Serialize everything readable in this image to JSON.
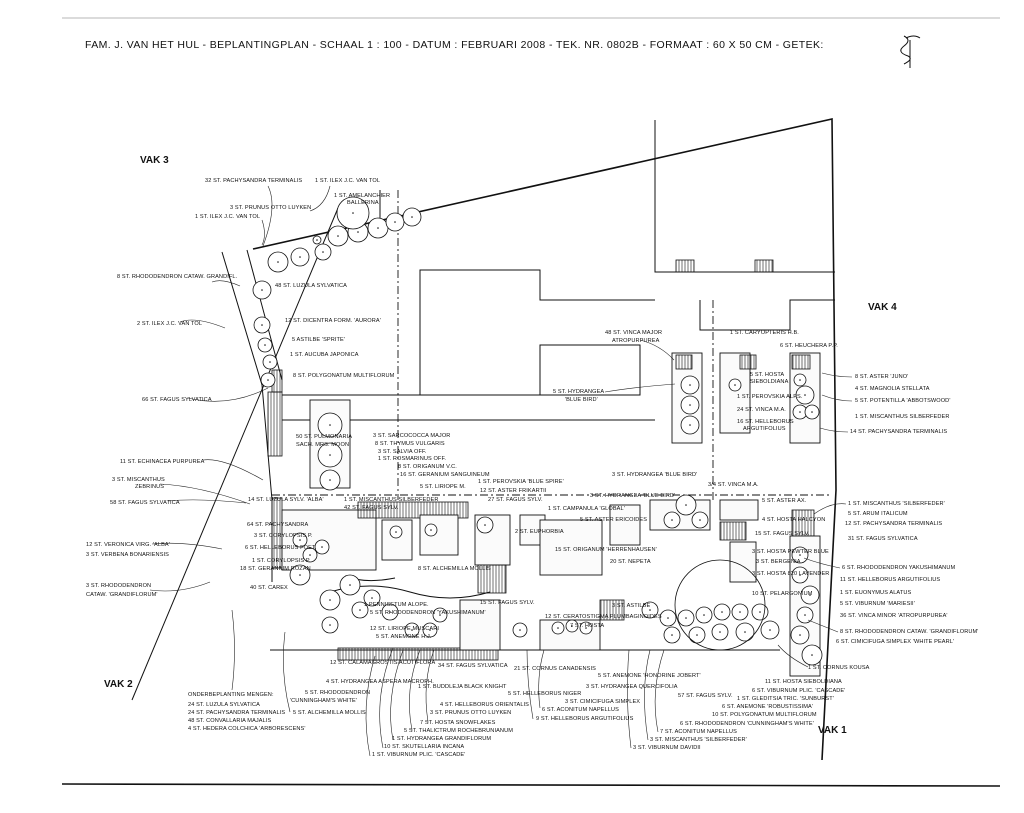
{
  "title": "FAM. J. VAN HET HUL  - BEPLANTINGPLAN -  SCHAAL 1 : 100  -  DATUM : FEBRUARI 2008  -  TEK. NR.  0802B - FORMAAT : 60 X 50 CM -  GETEK:",
  "zones": {
    "vak1": "VAK 1",
    "vak2": "VAK 2",
    "vak3": "VAK 3",
    "vak4": "VAK 4"
  },
  "labels": {
    "vak3": [
      "32 ST. PACHYSANDRA TERMINALIS",
      "1 ST. ILEX J.C. VAN TOL",
      "1 ST. AMELANCHIER",
      "BALLERINA",
      "3 ST. PRUNUS OTTO LUYKEN",
      "1 ST. ILEX J.C. VAN TOL",
      "8 ST. RHODODENDRON CATAW. GRANDIFL.",
      "48 ST. LUZULA SYLVATICA",
      "2 ST. ILEX J.C. VAN TOL",
      "12 ST. DICENTRA FORM. 'AURORA'",
      "5 ASTILBE 'SPRITE'",
      "1 ST. AUCUBA JAPONICA",
      "8 ST. POLYGONATUM MULTIFLORUM",
      "66 ST. FAGUS SYLVATICA"
    ],
    "vak2": [
      "11 ST. ECHINACEA PURPUREA",
      "3 ST. MISCANTHUS",
      "ZEBRINUS",
      "58 ST. FAGUS SYLVATICA",
      "12 ST. VERONICA VIRG. 'ALBA'",
      "3 ST. VERBENA BONARIENSIS",
      "3 ST. RHODODENDRON",
      "CATAW. 'GRANDIFLORUM'",
      "14 ST. LUZULA SYLV. 'ALBA'",
      "1 ST. MISCANTHUS SILBERFEDER",
      "42 ST. FAGUS SYLV.",
      "64 ST. PACHYSANDRA",
      "3 ST. CORYLOPSIS P.",
      "6 ST. HELLEBORUS FOET.",
      "1 ST. CORYLOPSIS P.",
      "18 ST. GERANIUM ROZAN",
      "40 ST. CAREX",
      "50 ST. PULMONARIA",
      "SACH. MRS. MOON",
      "12 ST. CALAMAGROSTIS ACUTIFLORA",
      "4 ST. HYDRANGEA ASPERA MACROPH.",
      "5 ST. RHODODENDRON",
      "'CUNNINGHAM'S WHITE'",
      "5 ST. ALCHEMILLA MOLLIS"
    ],
    "groundcover": [
      "ONDERBEPLANTING MENGEN:",
      "24 ST. LUZULA SYLVATICA",
      "24 ST. PACHYSANDRA TERMINALIS",
      "48 ST. CONVALLARIA MAJALIS",
      "4 ST. HEDERA COLCHICA 'ARBORESCENS'"
    ],
    "middle": [
      "3 ST. SARCOCOCCA MAJOR",
      "8 ST. THYMUS VULGARIS",
      "3 ST. SALVIA OFF.",
      "1 ST. ROSMARINUS OFF.",
      "8 ST. ORIGANUM V.C.",
      "16 ST. GERANIUM SANGUINEUM",
      "5 ST. LIRIOPE M.",
      "1 ST. PEROVSKIA 'BLUE SPIRE'",
      "12 ST. ASTER FRIKARTII",
      "27 ST. FAGUS SYLV.",
      "1 ST. CAMPANULA 'GLOBAL'",
      "5 ST. ASTER ERICOIDES",
      "15 ST. ORIGANUM 'HERRENHAUSEN'",
      "2 ST. EUPHORBIA",
      "3 ST. HYDRANGEA 'BLUE BIRD'",
      "1 PENNISETUM ALOPE.",
      "5 ST. RHODODENDRON 'YAKUSHIMANUM'",
      "12 ST. LIRIOPE MUSCARI",
      "5 ST. ANEMONE H.J.",
      "8 ST. ALCHEMILLA MOLLIS",
      "15 ST. FAGUS SYLV.",
      "12 ST. CERATOSTIGMA PLUMBAGINOIDES",
      "7 ST. HOSTA",
      "20 ST. NEPETA",
      "3 ST. ASTILBE"
    ],
    "bottom": [
      "34 ST. FAGUS SYLVATICA",
      "21 ST. CORNUS CANADENSIS",
      "1 ST. BUDDLEJA BLACK KNIGHT",
      "5 ST. HELLEBORUS NIGER",
      "4 ST. HELLEBORUS ORIENTALIS",
      "3 ST. PRUNUS OTTO LUYKEN",
      "7 ST. HOSTA SNOWFLAKES",
      "5 ST. THALICTRUM ROCHEBRUNIANUM",
      "1 ST. HYDRANGEA GRANDIFLORUM",
      "10 ST. SKUTELLARIA INCANA",
      "1 ST. VIBURNUM PLIC. 'CASCADE'",
      "5 ST. ANEMONE 'HONORINE JOBERT'",
      "3 ST. HYDRANGEA QUERCIFOLIA",
      "3 ST. CIMICIFUGA SIMPLEX",
      "6 ST. ACONITUM NAPELLUS",
      "9 ST. HELLEBORUS ARGUTIFOLIUS",
      "57 ST. FAGUS SYLV.",
      "11 ST. HOSTA SIEBOLDIANA",
      "6 ST. VIBURNUM PLIC. 'CASCADE'",
      "1 ST. GLEDITSIA TRIC. 'SUNBURST'",
      "6 ST. ANEMONE 'ROBUSTISSIMA'",
      "10 ST. POLYGONATUM MULTIFLORUM",
      "6 ST. RHODODENDRON 'CUNNINGHAM'S WHITE'",
      "7 ST. ACONITUM NAPELLUS",
      "3 ST. MISCANTHUS 'SILBERFEDER'",
      "3 ST. VIBURNUM DAVIDII"
    ],
    "vak4": [
      "48 ST. VINCA MAJOR",
      "ATROPURPUREA",
      "5 ST. HYDRANGEA",
      "'BLUE BIRD'",
      "1 ST. CARYOPTERIS H.B.",
      "6 ST. HEUCHERA P.P.",
      "5 ST. HOSTA",
      "SIEBOLDIANA",
      "1 ST. PEROVSKIA ALPS.",
      "24 ST. VINCA M.A.",
      "16 ST. HELLEBORUS",
      "ARGUTIFOLIUS",
      "8 ST. ASTER 'JUNO'",
      "4 ST. MAGNOLIA STELLATA",
      "5 ST. POTENTILLA 'ABBOTSWOOD'",
      "1 ST. MISCANTHUS SILBERFEDER",
      "14 ST. PACHYSANDRA TERMINALIS",
      "3 ST. HYDRANGEA 'BLUE BIRD'",
      "3/4 ST. VINCA M.A."
    ],
    "vak1": [
      "5 ST. ASTER AX.",
      "4 ST. HOSTA HALCYON",
      "15 ST. FAGUS SYLV.",
      "3 ST. HOSTA PEWTER BLUE",
      "3 ST. BERGENIA",
      "3 ST. HOSTA 820 LAVENDER",
      "10 ST. PELARGONIUM",
      "1 ST. MISCANTHUS 'SILBERFEDER'",
      "5 ST. ARUM ITALICUM",
      "12 ST. PACHYSANDRA TERMINALIS",
      "31 ST. FAGUS SYLVATICA",
      "6 ST. RHODODENDRON YAKUSHIMANUM",
      "11 ST. HELLEBORUS ARGUTIFOLIUS",
      "1 ST. EUONYMUS ALATUS",
      "5 ST. VIBURNUM 'MARIESII'",
      "36 ST. VINCA MINOR 'ATROPURPUREA'",
      "8 ST. RHODODENDRON CATAW. 'GRANDIFLORUM'",
      "6 ST. CIMICIFUGA SIMPLEX 'WHITE PEARL'",
      "1 ST. CORNUS KOUSA"
    ]
  }
}
